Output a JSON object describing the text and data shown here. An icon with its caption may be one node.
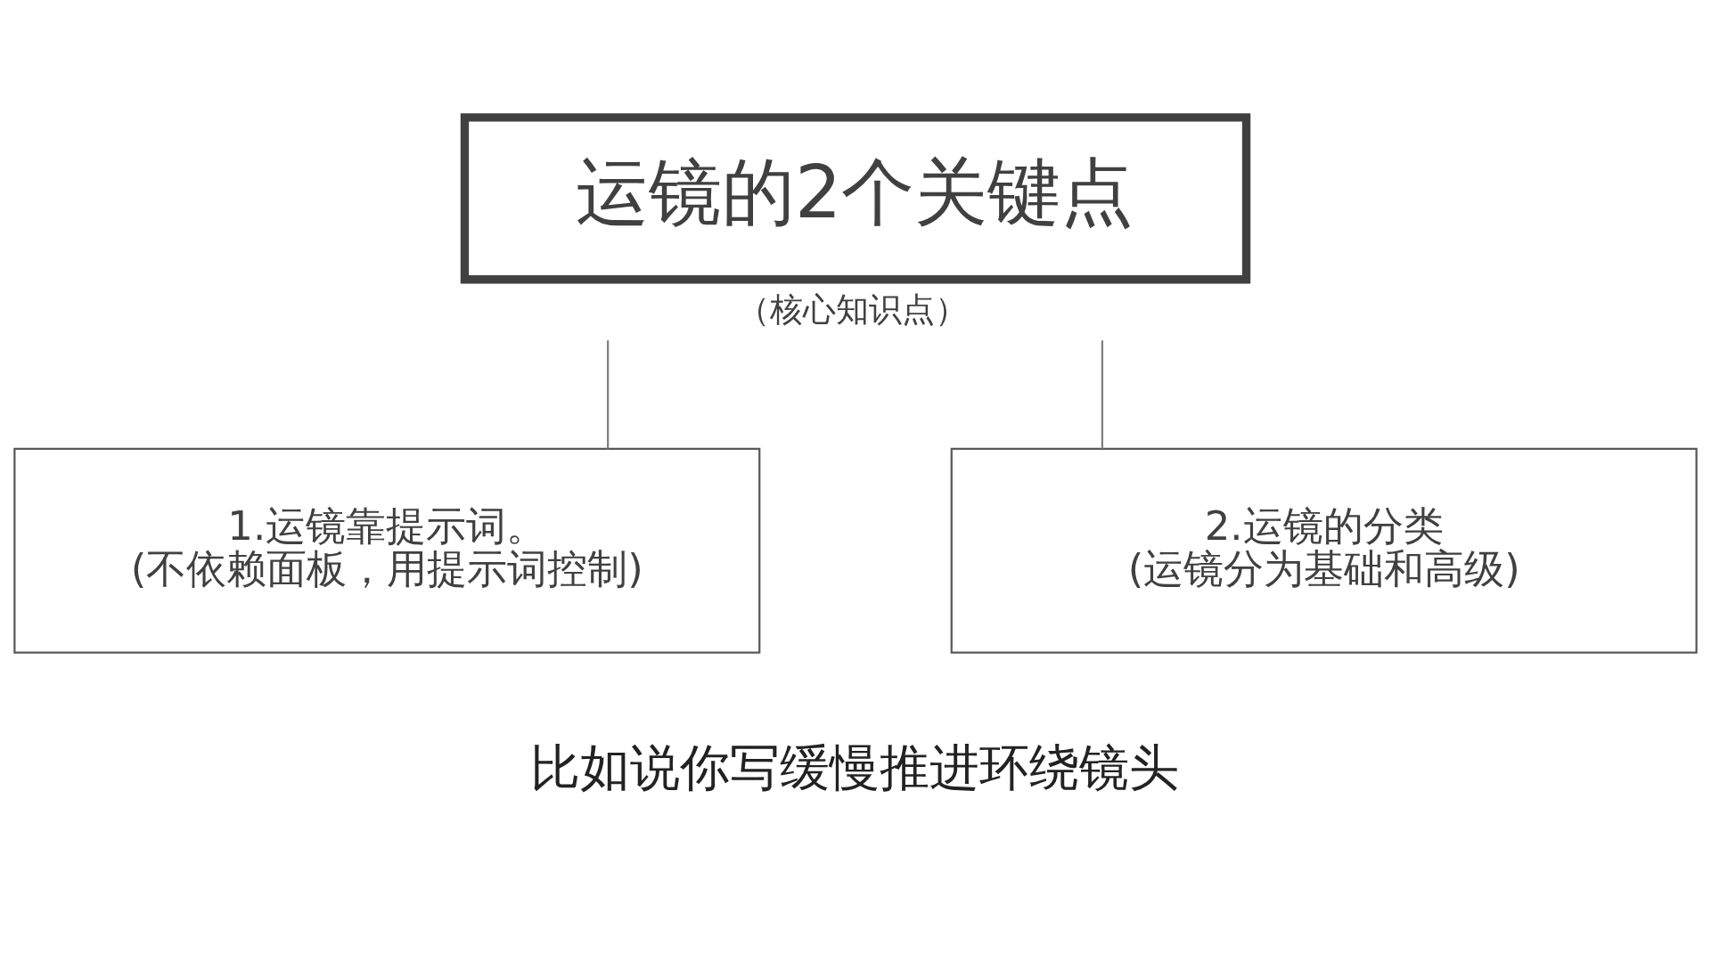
{
  "diagram": {
    "caption": "比如说你写缓慢推进环绕镜头",
    "nodes": [
      {
        "text": [
          "运镜的2个关键点"
        ],
        "beside": [
          "（核心知识点）"
        ]
      },
      {
        "text": [
          "1.运镜靠提示词。",
          "(不依赖面板，用提示词控制)"
        ]
      },
      {
        "text": [
          "2.运镜的分类",
          "(运镜分为基础和高级)"
        ]
      }
    ],
    "edges": [
      {
        "from": 0,
        "to": 1,
        "arrow": "none"
      },
      {
        "from": 0,
        "to": 2,
        "arrow": "none"
      }
    ]
  }
}
